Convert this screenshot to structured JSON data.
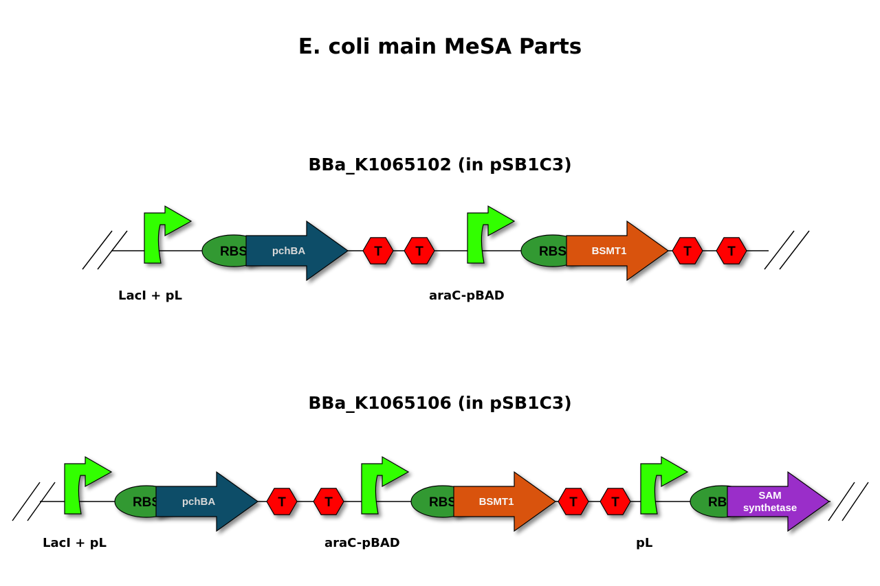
{
  "title": "E. coli main MeSA Parts",
  "constructs": [
    {
      "name": "BBa_K1065102 (in pSB1C3)",
      "parts": [
        {
          "type": "promoter",
          "label": "LacI + pL"
        },
        {
          "type": "rbs",
          "label": "RBS"
        },
        {
          "type": "cds",
          "label": "pchBA",
          "color": "#0e4d67"
        },
        {
          "type": "terminator",
          "label": "T"
        },
        {
          "type": "terminator",
          "label": "T"
        },
        {
          "type": "promoter",
          "label": "araC-pBAD"
        },
        {
          "type": "rbs",
          "label": "RBS"
        },
        {
          "type": "cds",
          "label": "BSMT1",
          "color": "#d9530a"
        },
        {
          "type": "terminator",
          "label": "T"
        },
        {
          "type": "terminator",
          "label": "T"
        }
      ]
    },
    {
      "name": "BBa_K1065106 (in pSB1C3)",
      "parts": [
        {
          "type": "promoter",
          "label": "LacI + pL"
        },
        {
          "type": "rbs",
          "label": "RBS"
        },
        {
          "type": "cds",
          "label": "pchBA",
          "color": "#0e4d67"
        },
        {
          "type": "terminator",
          "label": "T"
        },
        {
          "type": "terminator",
          "label": "T"
        },
        {
          "type": "promoter",
          "label": "araC-pBAD"
        },
        {
          "type": "rbs",
          "label": "RBS"
        },
        {
          "type": "cds",
          "label": "BSMT1",
          "color": "#d9530a"
        },
        {
          "type": "terminator",
          "label": "T"
        },
        {
          "type": "terminator",
          "label": "T"
        },
        {
          "type": "promoter",
          "label": "pL"
        },
        {
          "type": "rbs",
          "label": "RBS"
        },
        {
          "type": "cds",
          "label": "SAM synthetase",
          "label_lines": [
            "SAM",
            "synthetase"
          ],
          "color": "#9a2ec9"
        }
      ]
    }
  ],
  "colors": {
    "promoter": "#33ff00",
    "rbs": "#339933",
    "terminator": "#ff0000",
    "backbone": "#000000"
  }
}
